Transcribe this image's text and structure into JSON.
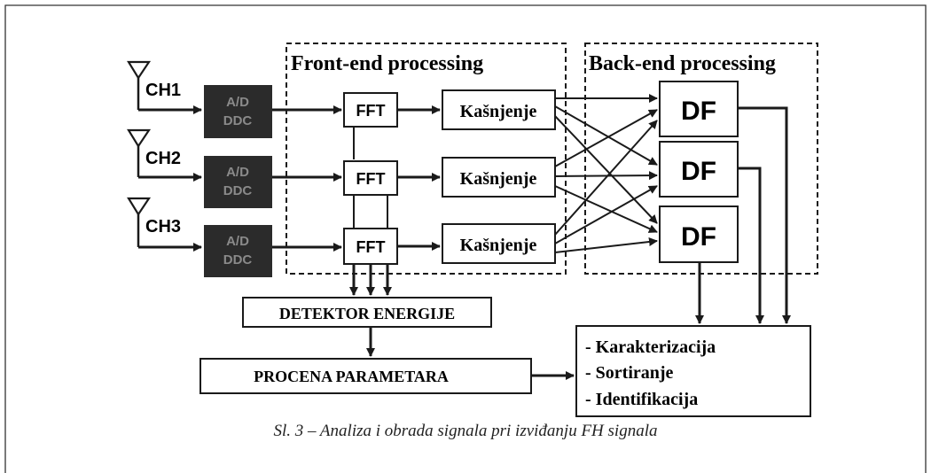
{
  "groups": {
    "front_end": "Front-end processing",
    "back_end": "Back-end processing"
  },
  "channels": [
    {
      "label": "CH1",
      "ad_line1": "A/D",
      "ad_line2": "DDC"
    },
    {
      "label": "CH2",
      "ad_line1": "A/D",
      "ad_line2": "DDC"
    },
    {
      "label": "CH3",
      "ad_line1": "A/D",
      "ad_line2": "DDC"
    }
  ],
  "fft_label": "FFT",
  "delay_label": "Kašnjenje",
  "df_label": "DF",
  "detektor": "DETEKTOR ENERGIJE",
  "procena": "PROCENA PARAMETARA",
  "output_items": [
    "- Karakterizacija",
    "- Sortiranje",
    "- Identifikacija"
  ],
  "caption": "Sl. 3 – Analiza i obrada signala pri izviđanju FH signala",
  "colors": {
    "ink": "#1a1a1a",
    "ad_fill": "#2b2b2b",
    "ad_text": "#8a8a8a"
  }
}
